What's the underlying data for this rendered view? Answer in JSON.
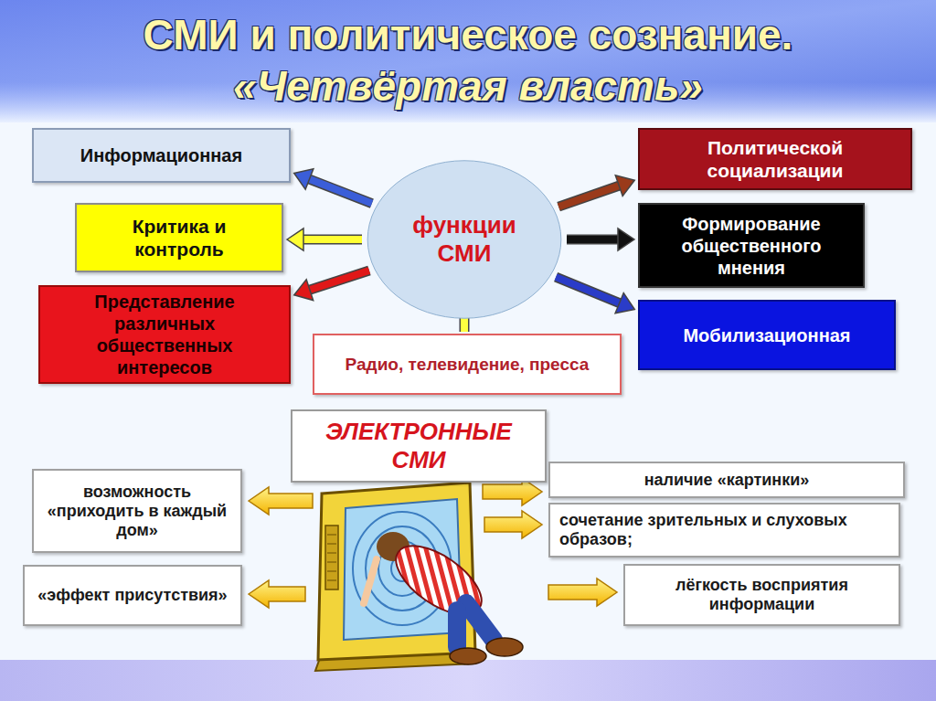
{
  "diagram": {
    "title": "СМИ и политическое сознание. «Четвёртая власть»",
    "nodes": [
      {
        "text": [
          "Информационная"
        ]
      },
      {
        "text": [
          "Политической социализации"
        ]
      },
      {
        "text": [
          "Критика и контроль"
        ]
      },
      {
        "text": [
          "функции СМИ"
        ]
      },
      {
        "text": [
          "Формирование общественного мнения"
        ]
      },
      {
        "text": [
          "Представление различных общественных интересов"
        ]
      },
      {
        "text": [
          "Мобилизационная"
        ]
      },
      {
        "text": [
          "Радио, телевидение, пресса"
        ]
      },
      {
        "text": [
          "ЭЛЕКТРОННЫЕ СМИ"
        ]
      },
      {
        "text": [
          "возможность «приходить в каждый дом»"
        ]
      },
      {
        "text": [
          "наличие «картинки»"
        ]
      },
      {
        "text": [
          "сочетание зрительных и слуховых образов;"
        ]
      },
      {
        "text": [
          "«эффект присутствия»"
        ]
      },
      {
        "text": [
          "лёгкость восприятия информации"
        ]
      }
    ],
    "edges": [
      {
        "from": 3,
        "to": 0,
        "arrow": "to"
      },
      {
        "from": 3,
        "to": 1,
        "arrow": "to"
      },
      {
        "from": 3,
        "to": 2,
        "arrow": "to"
      },
      {
        "from": 3,
        "to": 4,
        "arrow": "to"
      },
      {
        "from": 3,
        "to": 5,
        "arrow": "to"
      },
      {
        "from": 3,
        "to": 6,
        "arrow": "to"
      },
      {
        "from": 7,
        "to": 3,
        "arrow": "to"
      }
    ]
  }
}
